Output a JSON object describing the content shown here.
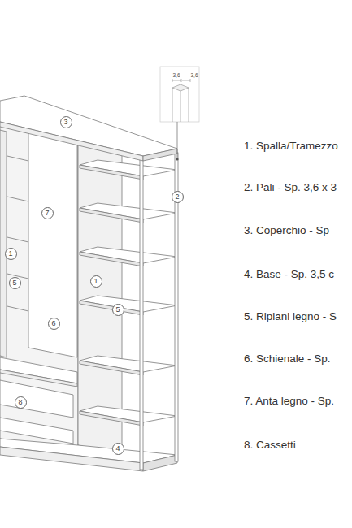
{
  "diagram": {
    "labels": [
      "3",
      "7",
      "1",
      "5",
      "6",
      "8",
      "1",
      "5",
      "2",
      "4",
      "3,6",
      "3,6",
      "1. Spalla/Tramezzo",
      "2. Pali - Sp. 3,6 x 3",
      "3. Coperchio - Sp",
      "4. Base - Sp. 3,5 c",
      "5. Ripiani legno - S",
      "6. Schienale - Sp.",
      "7. Anta legno - Sp.",
      "8. Cassetti"
    ]
  }
}
